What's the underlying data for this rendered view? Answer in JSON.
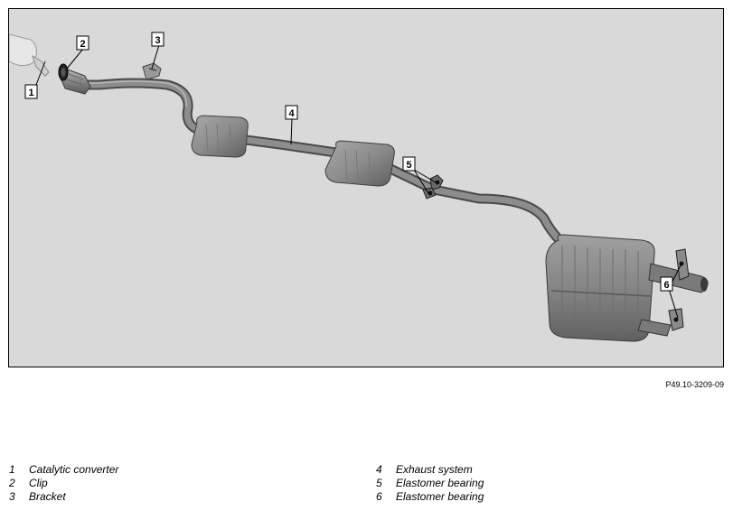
{
  "figure": {
    "id": "P49.10-3209-09",
    "callouts": [
      "1",
      "2",
      "3",
      "4",
      "5",
      "6"
    ]
  },
  "legend": {
    "left": [
      {
        "num": "1",
        "text": "Catalytic converter"
      },
      {
        "num": "2",
        "text": "Clip"
      },
      {
        "num": "3",
        "text": "Bracket"
      }
    ],
    "right": [
      {
        "num": "4",
        "text": "Exhaust system"
      },
      {
        "num": "5",
        "text": "Elastomer bearing"
      },
      {
        "num": "6",
        "text": "Elastomer bearing"
      }
    ]
  },
  "colors": {
    "background": "#d9d9d9",
    "metal": "#8c8c8c",
    "metal_dark": "#5e5e5e",
    "callout_box": "#ffffff"
  }
}
